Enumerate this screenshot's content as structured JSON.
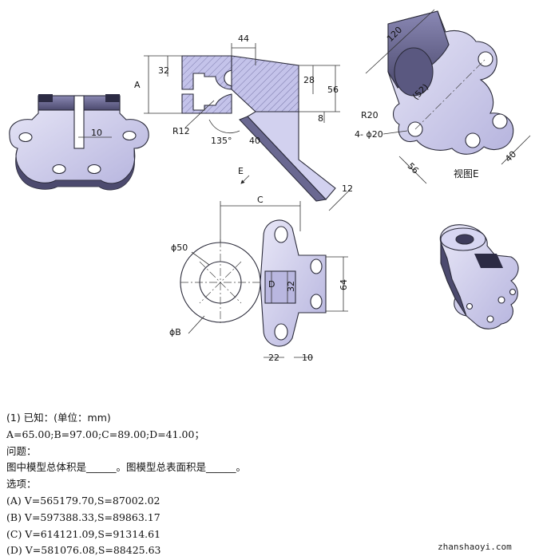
{
  "drawing": {
    "dims": {
      "d44": "44",
      "d32a": "32",
      "dA": "A",
      "d28": "28",
      "d56": "56",
      "d8": "8",
      "dR12": "R12",
      "d135": "135°",
      "d40a": "40",
      "dE": "E",
      "d12": "12",
      "d120": "120",
      "d52": "(52)",
      "dR20": "R20",
      "dHoles": "4- ϕ20",
      "d56b": "56",
      "d40b": "40",
      "dC": "C",
      "dPhi50": "ϕ50",
      "dD": "D",
      "d32b": "32",
      "d64": "64",
      "dPhiB": "ϕB",
      "d22": "22",
      "d10b": "10",
      "d10": "10"
    },
    "view_e_label": "视图E"
  },
  "question": {
    "known": "(1) 已知：(单位：mm)",
    "params": "A=65.00;B=97.00;C=89.00;D=41.00；",
    "q_label": "问题：",
    "q_text": "图中模型总体积是______。图模型总表面积是______。",
    "options_label": "选项：",
    "options": [
      "(A) V=565179.70,S=87002.02",
      "(B) V=597388.33,S=89863.17",
      "(C) V=614121.09,S=91314.61",
      "(D) V=581076.08,S=88425.63"
    ]
  },
  "watermark": "zhanshaoyi.com",
  "colors": {
    "face": "#c9c8ec",
    "face_light": "#e4e3f6",
    "face_dark": "#6e6c93",
    "edge": "#2b2b3a",
    "hatch": "#8785b5"
  }
}
